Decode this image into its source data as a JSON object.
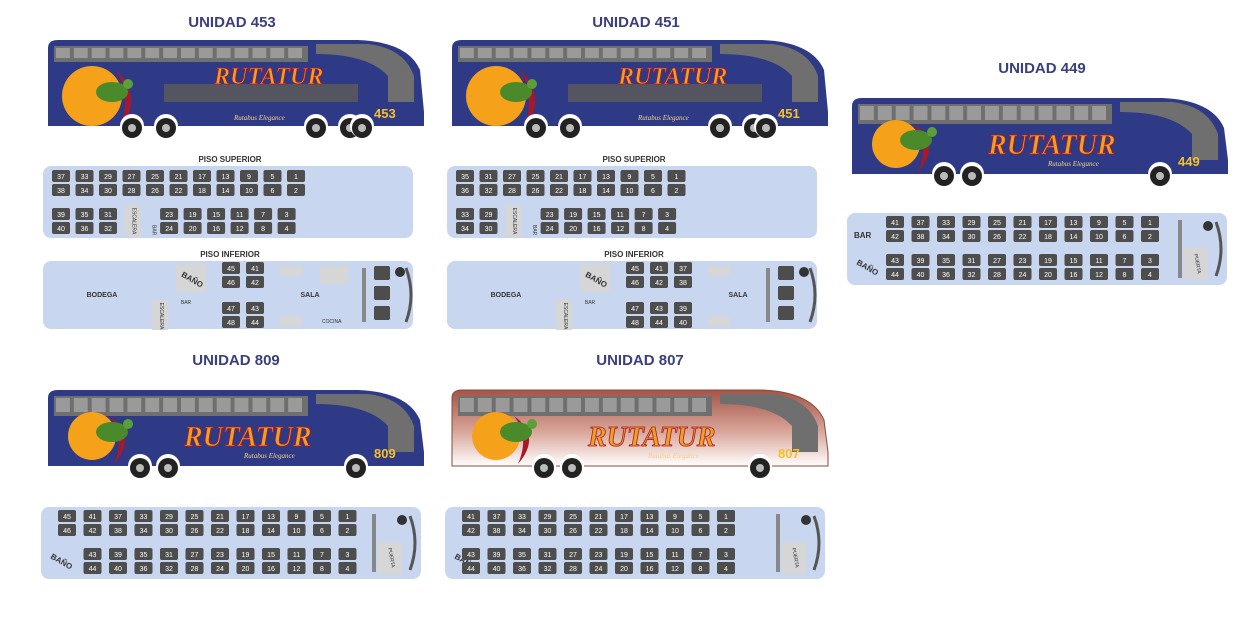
{
  "colors": {
    "navy": "#2f3a86",
    "copper": "#a8584b",
    "floor": "#c9d6ef",
    "seat": "#4d4d4d",
    "sun": "#f5a21a",
    "logo": "#f0a020",
    "title": "#3a3f7e"
  },
  "labels": {
    "superior": "PISO SUPERIOR",
    "inferior": "PISO INFERIOR",
    "bodega": "BODEGA",
    "sala": "SALA",
    "cocina": "COCINA",
    "bar": "BAR",
    "bano": "BAÑO",
    "escalera": "ESCALERA",
    "puerta": "PUERTA",
    "brand": "RUTATUR",
    "slogan": "Rutabus Elegance"
  },
  "units": [
    {
      "id": "453",
      "title": "UNIDAD 453",
      "number": "453",
      "style": "double"
    },
    {
      "id": "451",
      "title": "UNIDAD 451",
      "number": "451",
      "style": "double"
    },
    {
      "id": "449",
      "title": "UNIDAD 449",
      "number": "449",
      "style": "single"
    },
    {
      "id": "809",
      "title": "UNIDAD 809",
      "number": "809",
      "style": "single"
    },
    {
      "id": "807",
      "title": "UNIDAD 807",
      "number": "807",
      "style": "copper"
    }
  ],
  "seat_maps": {
    "deck_453": {
      "r1": [
        "37",
        "33",
        "29",
        "27",
        "25",
        "21",
        "17",
        "13",
        "9",
        "5",
        "1"
      ],
      "r2": [
        "38",
        "34",
        "30",
        "28",
        "26",
        "22",
        "18",
        "14",
        "10",
        "6",
        "2"
      ],
      "r3": [
        "39",
        "35",
        "31",
        "23",
        "19",
        "15",
        "11",
        "7",
        "3"
      ],
      "r4": [
        "40",
        "36",
        "32",
        "24",
        "20",
        "16",
        "12",
        "8",
        "4"
      ]
    },
    "deck_451": {
      "r1": [
        "35",
        "31",
        "27",
        "25",
        "21",
        "17",
        "13",
        "9",
        "5",
        "1"
      ],
      "r2": [
        "36",
        "32",
        "28",
        "26",
        "22",
        "18",
        "14",
        "10",
        "6",
        "2"
      ],
      "r3": [
        "33",
        "29",
        "23",
        "19",
        "15",
        "11",
        "7",
        "3"
      ],
      "r4": [
        "34",
        "30",
        "24",
        "20",
        "16",
        "12",
        "8",
        "4"
      ]
    },
    "lower_453": {
      "top": [
        "45",
        "41"
      ],
      "top2": [
        "46",
        "42"
      ],
      "bot": [
        "47",
        "43"
      ],
      "bot2": [
        "48",
        "44"
      ]
    },
    "lower_451": {
      "top": [
        "45",
        "41",
        "37"
      ],
      "top2": [
        "46",
        "42",
        "38"
      ],
      "bot": [
        "47",
        "43",
        "39"
      ],
      "bot2": [
        "48",
        "44",
        "40"
      ]
    },
    "single_44": {
      "r1": [
        "41",
        "37",
        "33",
        "29",
        "25",
        "21",
        "17",
        "13",
        "9",
        "5",
        "1"
      ],
      "r2": [
        "42",
        "38",
        "34",
        "30",
        "26",
        "22",
        "18",
        "14",
        "10",
        "6",
        "2"
      ],
      "r3": [
        "43",
        "39",
        "35",
        "31",
        "27",
        "23",
        "19",
        "15",
        "11",
        "7",
        "3"
      ],
      "r4": [
        "44",
        "40",
        "36",
        "32",
        "28",
        "24",
        "20",
        "16",
        "12",
        "8",
        "4"
      ]
    },
    "single_46": {
      "r1": [
        "45",
        "41",
        "37",
        "33",
        "29",
        "25",
        "21",
        "17",
        "13",
        "9",
        "5",
        "1"
      ],
      "r2": [
        "46",
        "42",
        "38",
        "34",
        "30",
        "26",
        "22",
        "18",
        "14",
        "10",
        "6",
        "2"
      ],
      "r3": [
        "43",
        "39",
        "35",
        "31",
        "27",
        "23",
        "19",
        "15",
        "11",
        "7",
        "3"
      ],
      "r4": [
        "44",
        "40",
        "36",
        "32",
        "28",
        "24",
        "20",
        "16",
        "12",
        "8",
        "4"
      ]
    },
    "single_807": {
      "r1": [
        "41",
        "37",
        "33",
        "29",
        "25",
        "21",
        "17",
        "13",
        "9",
        "5",
        "1"
      ],
      "r2": [
        "42",
        "38",
        "34",
        "30",
        "26",
        "22",
        "18",
        "14",
        "10",
        "6",
        "2"
      ],
      "r3": [
        "43",
        "39",
        "35",
        "31",
        "27",
        "23",
        "19",
        "15",
        "11",
        "7",
        "3"
      ],
      "r4": [
        "44",
        "40",
        "36",
        "32",
        "28",
        "24",
        "20",
        "16",
        "12",
        "8",
        "4"
      ]
    }
  }
}
